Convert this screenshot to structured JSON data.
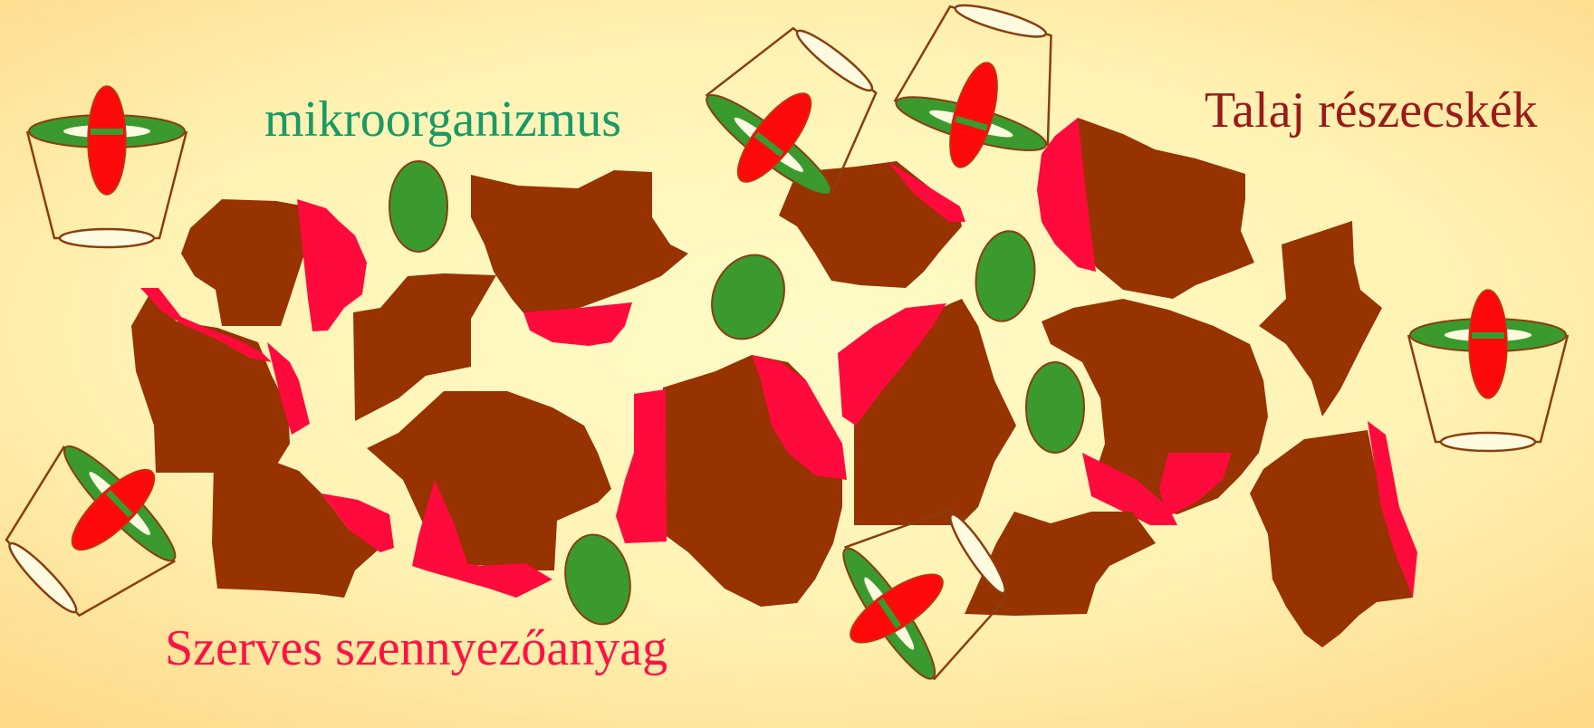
{
  "labels": {
    "microorganism": "mikroorganizmus",
    "soil_particles": "Talaj részecskék",
    "organic_pollutant": "Szerves szennyezőanyag"
  },
  "colors": {
    "soil_particle": "#963300",
    "pollutant": "#ff0a3c",
    "microorganism": "#3a9a2e",
    "cup_outline": "#8a3e10",
    "cup_fill": "#fffbe0",
    "text_microorganism": "#1a9a66",
    "text_soil": "#9a1a1a",
    "text_pollutant": "#ff1144"
  },
  "icons": [
    "sampling-cup-icon",
    "microorganism-icon",
    "soil-particle-icon"
  ]
}
